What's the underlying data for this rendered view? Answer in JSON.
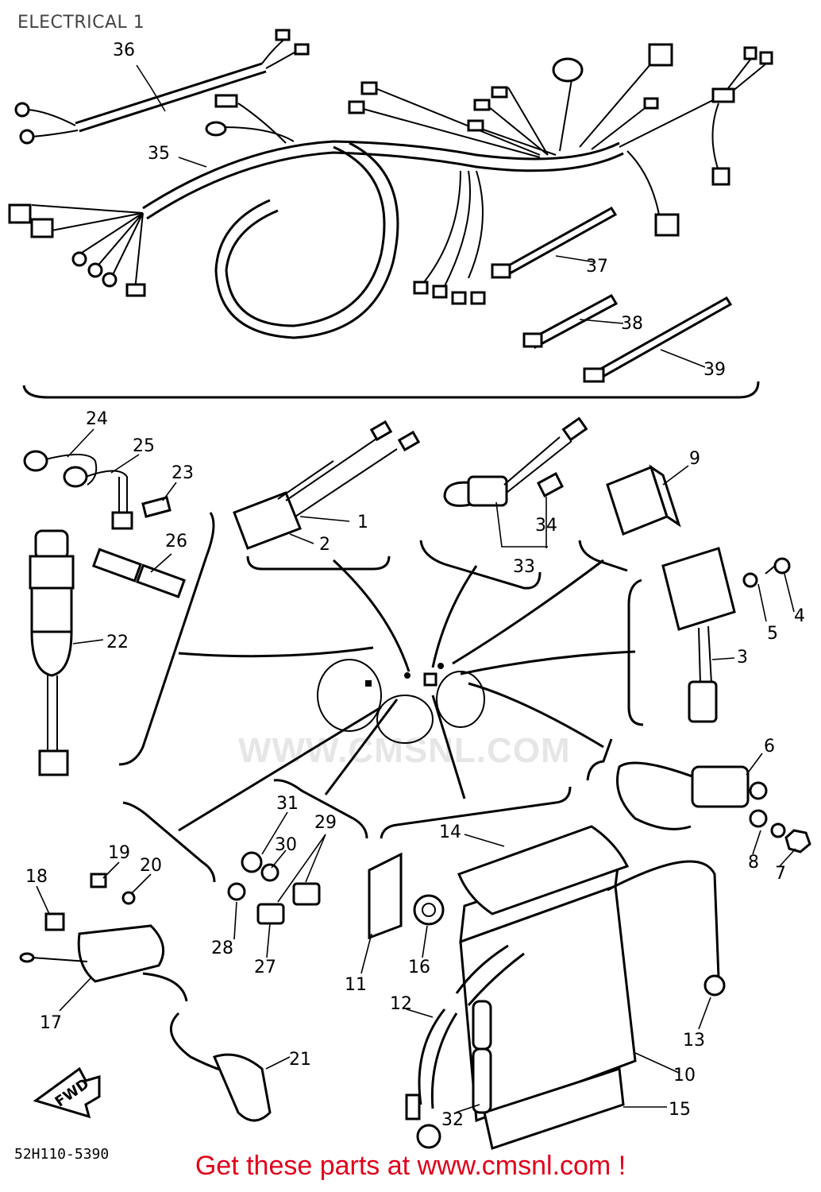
{
  "page": {
    "title": "ELECTRICAL 1",
    "diagram_code": "52H110-5390",
    "footer_text": "Get these parts at www.cmsnl.com !",
    "watermark": "WWW.CMSNL.COM",
    "fwd_label": "FWD",
    "footer_color": "#e0001a"
  },
  "callouts": {
    "p1": "1",
    "p2": "2",
    "p3": "3",
    "p4": "4",
    "p5": "5",
    "p6": "6",
    "p7": "7",
    "p8": "8",
    "p9": "9",
    "p10": "10",
    "p11": "11",
    "p12": "12",
    "p13": "13",
    "p14": "14",
    "p15": "15",
    "p16": "16",
    "p17": "17",
    "p18": "18",
    "p19": "19",
    "p20": "20",
    "p21": "21",
    "p22": "22",
    "p23": "23",
    "p24": "24",
    "p25": "25",
    "p26": "26",
    "p27": "27",
    "p28": "28",
    "p29": "29",
    "p30": "30",
    "p31": "31",
    "p32": "32",
    "p33": "33",
    "p34": "34",
    "p35": "35",
    "p36": "36",
    "p37": "37",
    "p38": "38",
    "p39": "39"
  }
}
